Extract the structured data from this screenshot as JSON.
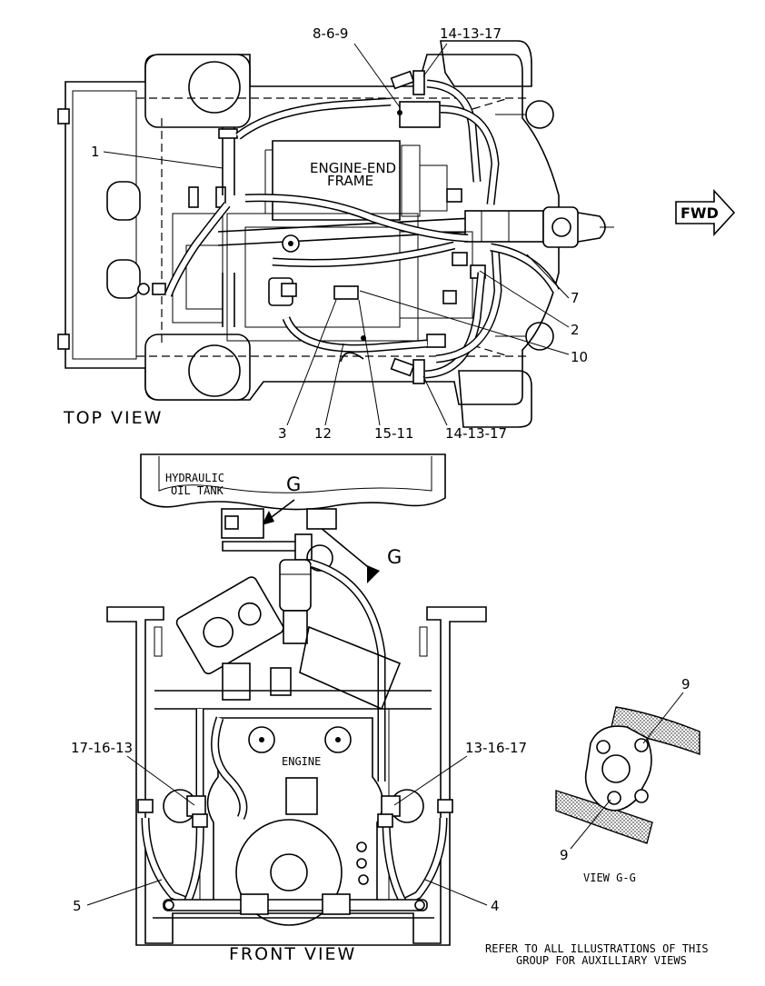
{
  "views": {
    "top_view": "TOP VIEW",
    "front_view": "FRONT VIEW",
    "view_gg": "VIEW G-G"
  },
  "components": {
    "engine_end_frame_line1": "ENGINE-END",
    "engine_end_frame_line2": "FRAME",
    "hydraulic_oil_tank_line1": "HYDRAULIC",
    "hydraulic_oil_tank_line2": "OIL TANK",
    "engine": "ENGINE"
  },
  "direction": {
    "fwd": "FWD"
  },
  "section_markers": {
    "g_top": "G",
    "g_side": "G"
  },
  "callouts": {
    "top": [
      "8-6-9",
      "14-13-17"
    ],
    "left": [
      "1"
    ],
    "right": [
      "7",
      "2",
      "10"
    ],
    "bottom": [
      "3",
      "12",
      "15-11",
      "14-13-17"
    ],
    "front_left": [
      "17-16-13",
      "5"
    ],
    "front_right": [
      "13-16-17",
      "4"
    ],
    "view_gg": [
      "9",
      "9"
    ]
  },
  "note": {
    "line1": "REFER TO ALL ILLUSTRATIONS OF THIS",
    "line2": "GROUP FOR AUXILLIARY VIEWS"
  }
}
